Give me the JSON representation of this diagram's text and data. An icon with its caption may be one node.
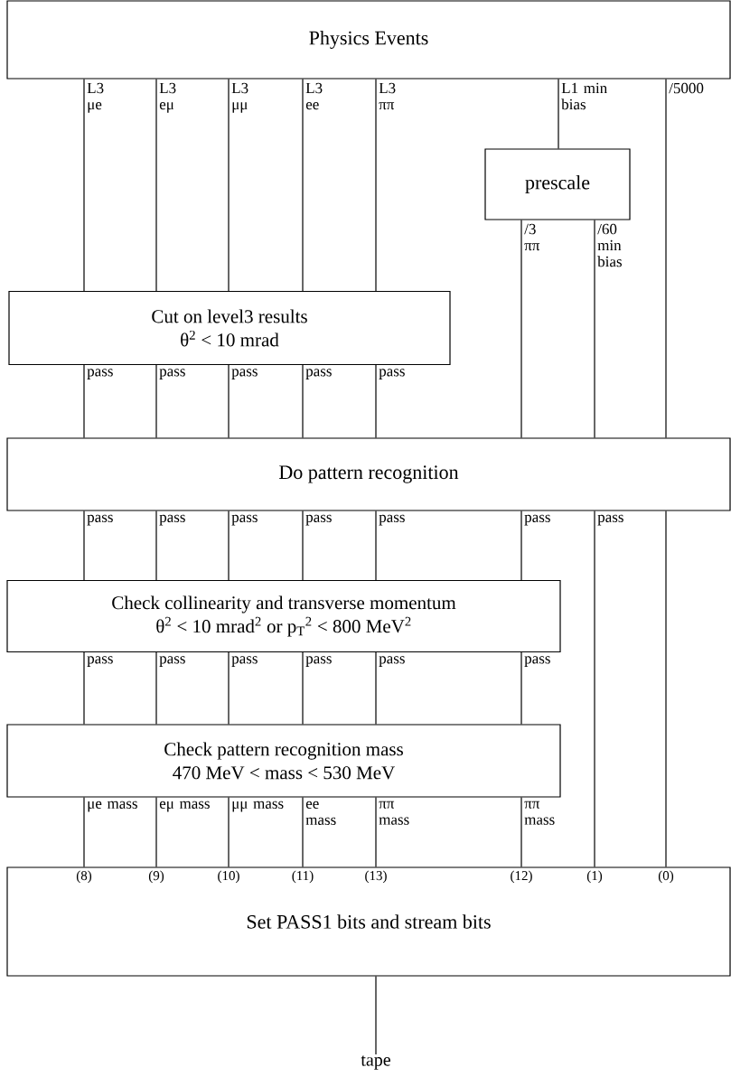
{
  "diagram": {
    "nodes": [
      {
        "text": [
          "Physics Events"
        ]
      },
      {
        "text": [
          "prescale"
        ]
      },
      {
        "text": [
          "Cut on level3 results",
          "θ$^{2}$ < 10 mrad"
        ]
      },
      {
        "text": [
          "Do pattern recognition"
        ]
      },
      {
        "text": [
          "Check collinearity and transverse momentum",
          "θ$^{2}$ < 10 mrad$^{2}$  or  p$_{T}$$^{2}$ < 800 MeV$^{2}$"
        ]
      },
      {
        "text": [
          "Check pattern recognition mass",
          "470 MeV < mass < 530 MeV"
        ]
      },
      {
        "text": [
          "Set PASS1 bits and stream bits"
        ]
      },
      {
        "text": [
          "tape"
        ]
      }
    ],
    "edges": [
      {
        "from": 0,
        "to": 2,
        "arrow": "none",
        "label": "L3 μe"
      },
      {
        "from": 0,
        "to": 2,
        "arrow": "none",
        "label": "L3 eμ"
      },
      {
        "from": 0,
        "to": 2,
        "arrow": "none",
        "label": "L3 μμ"
      },
      {
        "from": 0,
        "to": 2,
        "arrow": "none",
        "label": "L3 ee"
      },
      {
        "from": 0,
        "to": 2,
        "arrow": "none",
        "label": "L3 ππ"
      },
      {
        "from": 0,
        "to": 1,
        "arrow": "none",
        "label": "L1 min bias"
      },
      {
        "from": 0,
        "to": 3,
        "arrow": "none",
        "label": "/5000"
      },
      {
        "from": 1,
        "to": 3,
        "arrow": "none",
        "label": "/3 ππ"
      },
      {
        "from": 1,
        "to": 3,
        "arrow": "none",
        "label": "/60 min bias"
      },
      {
        "from": 2,
        "to": 3,
        "arrow": "none",
        "label": "pass"
      },
      {
        "from": 2,
        "to": 3,
        "arrow": "none",
        "label": "pass"
      },
      {
        "from": 2,
        "to": 3,
        "arrow": "none",
        "label": "pass"
      },
      {
        "from": 2,
        "to": 3,
        "arrow": "none",
        "label": "pass"
      },
      {
        "from": 2,
        "to": 3,
        "arrow": "none",
        "label": "pass"
      },
      {
        "from": 3,
        "to": 4,
        "arrow": "none",
        "label": "pass"
      },
      {
        "from": 3,
        "to": 4,
        "arrow": "none",
        "label": "pass"
      },
      {
        "from": 3,
        "to": 4,
        "arrow": "none",
        "label": "pass"
      },
      {
        "from": 3,
        "to": 4,
        "arrow": "none",
        "label": "pass"
      },
      {
        "from": 3,
        "to": 4,
        "arrow": "none",
        "label": "pass"
      },
      {
        "from": 3,
        "to": 4,
        "arrow": "none",
        "label": "pass"
      },
      {
        "from": 3,
        "to": 6,
        "arrow": "none",
        "label": "pass"
      },
      {
        "from": 3,
        "to": 6,
        "arrow": "none"
      },
      {
        "from": 4,
        "to": 5,
        "arrow": "none",
        "label": "pass"
      },
      {
        "from": 4,
        "to": 5,
        "arrow": "none",
        "label": "pass"
      },
      {
        "from": 4,
        "to": 5,
        "arrow": "none",
        "label": "pass"
      },
      {
        "from": 4,
        "to": 5,
        "arrow": "none",
        "label": "pass"
      },
      {
        "from": 4,
        "to": 5,
        "arrow": "none",
        "label": "pass"
      },
      {
        "from": 4,
        "to": 5,
        "arrow": "none",
        "label": "pass"
      },
      {
        "from": 5,
        "to": 6,
        "arrow": "none",
        "label": "μe mass"
      },
      {
        "from": 5,
        "to": 6,
        "arrow": "none",
        "label": "eμ mass"
      },
      {
        "from": 5,
        "to": 6,
        "arrow": "none",
        "label": "μμ mass"
      },
      {
        "from": 5,
        "to": 6,
        "arrow": "none",
        "label": "ee mass"
      },
      {
        "from": 5,
        "to": 6,
        "arrow": "none",
        "label": "ππ mass"
      },
      {
        "from": 5,
        "to": 6,
        "arrow": "none",
        "label": "ππ mass"
      },
      {
        "from": 6,
        "to": 7,
        "arrow": "none"
      }
    ],
    "labels": [
      "(8)",
      "(9)",
      "(10)",
      "(11)",
      "(13)",
      "(12)",
      "(1)",
      "(0)"
    ]
  }
}
